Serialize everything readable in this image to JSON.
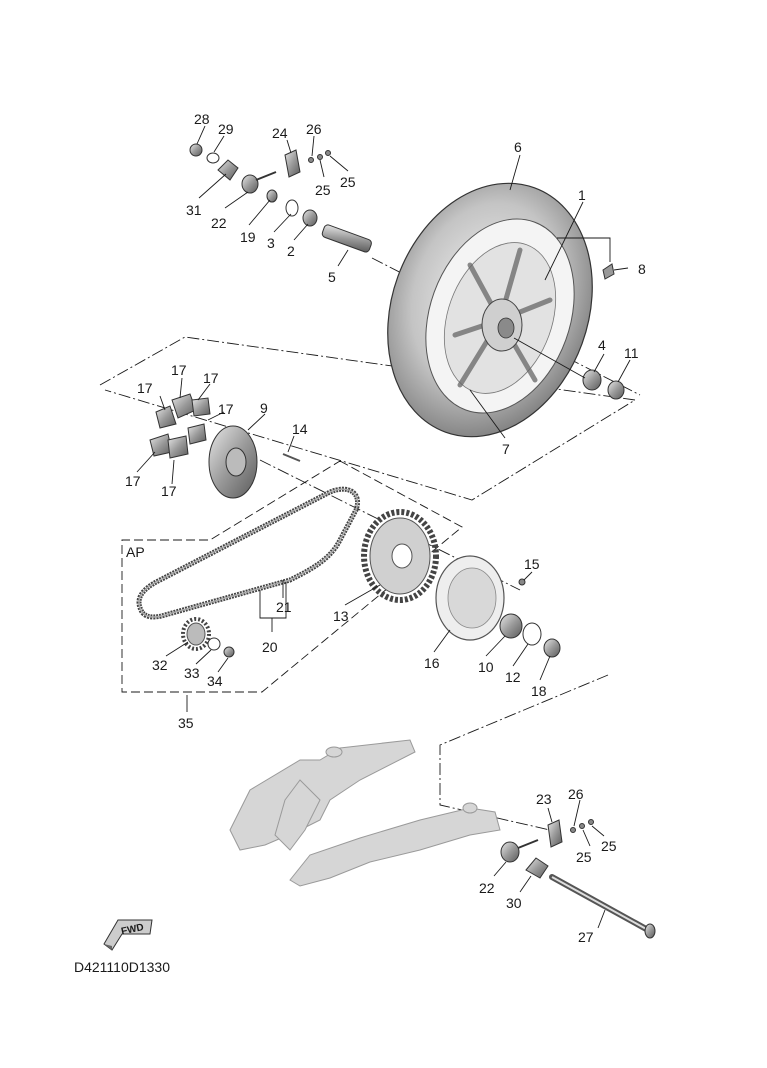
{
  "diagram_code": "D421110D1330",
  "assembly_label": "AP",
  "fwd_label": "FWD",
  "callouts": [
    {
      "id": "c1",
      "num": "1"
    },
    {
      "id": "c2",
      "num": "2"
    },
    {
      "id": "c3",
      "num": "3"
    },
    {
      "id": "c4",
      "num": "4"
    },
    {
      "id": "c5",
      "num": "5"
    },
    {
      "id": "c6",
      "num": "6"
    },
    {
      "id": "c7",
      "num": "7"
    },
    {
      "id": "c8",
      "num": "8"
    },
    {
      "id": "c9",
      "num": "9"
    },
    {
      "id": "c10",
      "num": "10"
    },
    {
      "id": "c11",
      "num": "11"
    },
    {
      "id": "c12",
      "num": "12"
    },
    {
      "id": "c13",
      "num": "13"
    },
    {
      "id": "c14",
      "num": "14"
    },
    {
      "id": "c15",
      "num": "15"
    },
    {
      "id": "c16",
      "num": "16"
    },
    {
      "id": "c17a",
      "num": "17"
    },
    {
      "id": "c17b",
      "num": "17"
    },
    {
      "id": "c17c",
      "num": "17"
    },
    {
      "id": "c17d",
      "num": "17"
    },
    {
      "id": "c17e",
      "num": "17"
    },
    {
      "id": "c17f",
      "num": "17"
    },
    {
      "id": "c18",
      "num": "18"
    },
    {
      "id": "c19",
      "num": "19"
    },
    {
      "id": "c20",
      "num": "20"
    },
    {
      "id": "c21",
      "num": "21"
    },
    {
      "id": "c22a",
      "num": "22"
    },
    {
      "id": "c22b",
      "num": "22"
    },
    {
      "id": "c23",
      "num": "23"
    },
    {
      "id": "c24",
      "num": "24"
    },
    {
      "id": "c25a",
      "num": "25"
    },
    {
      "id": "c25b",
      "num": "25"
    },
    {
      "id": "c25c",
      "num": "25"
    },
    {
      "id": "c25d",
      "num": "25"
    },
    {
      "id": "c26a",
      "num": "26"
    },
    {
      "id": "c26b",
      "num": "26"
    },
    {
      "id": "c27",
      "num": "27"
    },
    {
      "id": "c28",
      "num": "28"
    },
    {
      "id": "c29",
      "num": "29"
    },
    {
      "id": "c30",
      "num": "30"
    },
    {
      "id": "c31",
      "num": "31"
    },
    {
      "id": "c32",
      "num": "32"
    },
    {
      "id": "c33",
      "num": "33"
    },
    {
      "id": "c34",
      "num": "34"
    },
    {
      "id": "c35",
      "num": "35"
    }
  ]
}
